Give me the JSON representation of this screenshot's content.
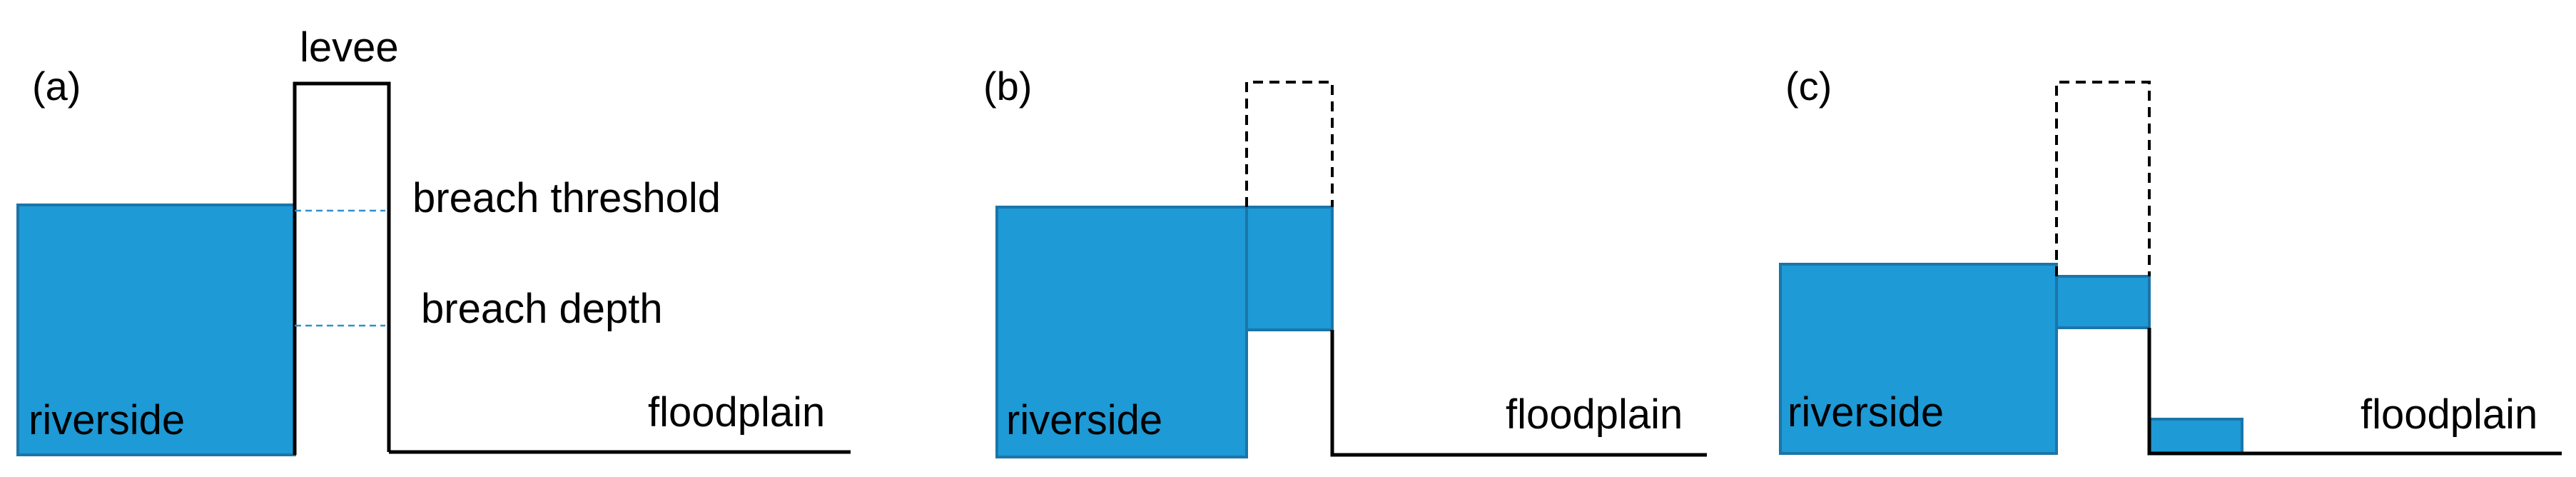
{
  "panels": {
    "a": {
      "label": "(a)",
      "levee_label": "levee",
      "threshold_label": "breach threshold",
      "depth_label": "breach depth",
      "riverside_label": "riverside",
      "floodplain_label": "floodplain"
    },
    "b": {
      "label": "(b)",
      "riverside_label": "riverside",
      "floodplain_label": "floodplain"
    },
    "c": {
      "label": "(c)",
      "riverside_label": "riverside",
      "floodplain_label": "floodplain"
    }
  },
  "colors": {
    "water": "#1e9ad6",
    "water_edge": "#1b75a8",
    "line": "#000000"
  }
}
